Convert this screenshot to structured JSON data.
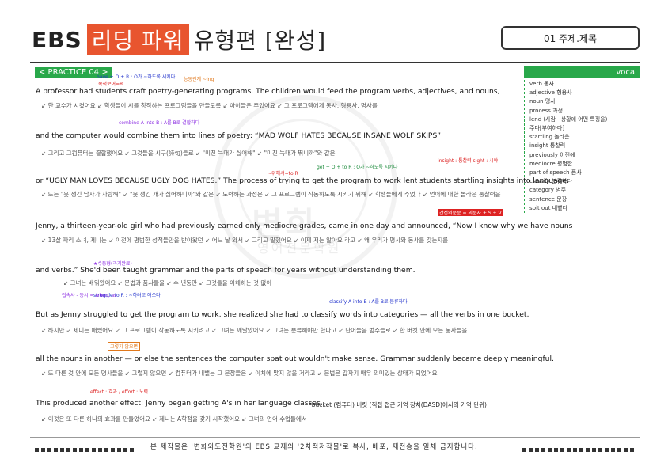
{
  "header": {
    "ebs": "EBS",
    "red": "리딩 파워",
    "rest": "유형편 [완성]",
    "topic": "01 주제.제목"
  },
  "practice": "< PRACTICE 04 >",
  "vocab": {
    "head": "voca",
    "items": [
      "verb 동사",
      "adjective 형용사",
      "noun 명사",
      "process 과정",
      "lend (사람 · 상황에 어떤 특징을)",
      "주다[부여하다]",
      "startling 놀라운",
      "insight 통찰력",
      "previously 이전에",
      "mediocre 평범한",
      "part of speech 품사",
      "classify 분류하다",
      "category 범주",
      "sentence 문장",
      "spit out 내뱉다"
    ]
  },
  "watermark": {
    "main": "변화",
    "sub": "영어전문학원"
  },
  "lines": [
    {
      "text": "A professor had students craft poetry-generating programs. The children would feed the program verbs, adjectives, and nouns,",
      "tr": "↙ 한 교수가 시켰어요          ↙ 학생들이 시를 창작하는 프로그램들을 만들도록             ↙ 아이들은 주었어요    ↙ 그 프로그램에게 동사, 형용사, 명사를"
    },
    {
      "text": "and the computer would combine them into lines of poetry: “MAD WOLF HATES BECAUSE INSANE WOLF SKIPS”",
      "tr": "↙ 그리고 그컴퓨터는 결합했어요          ↙ 그것들을 시구(詩句)들로       ↙ \"미친 늑대가 싫어해\"    ↙ \"미친 늑대가 뛰니까\"와 같은"
    },
    {
      "text": "or “UGLY MAN LOVES BECAUSE UGLY DOG HATES.” The process of trying to get the program to work lent students startling insights into language.",
      "tr": "↙ 또는 \"못 생긴 남자가 사랑해\" ↙ \"못 생긴 개가 싫어하니까\"와 같은      ↙ 노력하는 과정은      ↙ 그 프로그램이 작동하도록 시키기 위해      ↙ 학생들에게 주었다      ↙ 언어에 대한 놀라운 통찰력을"
    },
    {
      "text": "Jenny, a thirteen-year-old girl who had previously earned only mediocre grades, came in one day and announced, “Now I know why we have nouns",
      "tr": "↙ 13살 짜리 소녀, 제니는      ↙ 이전에 평범한 성적들만을 받아왔던        ↙ 어느 날 와서        ↙ 그리고 말했어요    ↙ 이제 저는 알아요 라고       ↙ 왜 우리가 명사와 동사를 갖는지를"
    },
    {
      "text": "and verbs.” She'd been taught grammar and the parts of speech for years without understanding them.",
      "tr": "↙ 그녀는 배워왔어요       ↙ 문법과 품사들을       ↙ 수 년동안      ↙ 그것들을 이해하는 것 없이"
    },
    {
      "text": "But as Jenny struggled to get the program to work, she realized she had to classify words into categories — all the verbs in one bucket,",
      "tr": "↙ 하지만  ↙ 제니는 애썼어요    ↙ 그 프로그램이 작동하도록 시키려고    ↙ 그녀는 깨달았어요    ↙ 그녀는 분류해야만 한다고    ↙ 단어들을 범주들로    ↙ 한 버킷 안에 모든 동사들을"
    },
    {
      "text": "all the nouns in another — or else the sentences the computer spat out wouldn't make sense. Grammar suddenly became deeply meaningful.",
      "tr": "↙ 또 다른 것 안에 모든 명사들을  ↙ 그렇지 않으면   ↙ 컴퓨터가 내뱉는 그 문장들은    ↙ 이치에 맞지 않을 거라고    ↙ 문법은 갑자기 매우 의미있는 상태가 되었어요"
    },
    {
      "text": "This produced another effect: Jenny began getting A's in her language classes.",
      "tr": "↙ 이것은 또 다른 하나의 효과를 만들었어요   ↙ 제니는 A학점을 갖기 시작했어요    ↙ 그녀의 언어 수업들에서"
    }
  ],
  "bucket_note": "*bucket (컴퓨터) 버킷 (직접 접근 기억 장치(DASD)에서의 기억 단위)",
  "notes": {
    "n1": "have + O + R  : O가 ~하도록 시키다",
    "n2": "목적보어=R",
    "n3": "능동관계 ~ing",
    "n4": "combine A into B : A를 B로 결합하다",
    "n5": "~위해서=to R",
    "n6": "get + O + to R : O가 ~하도록 시키다",
    "n7": "insight : 통찰력 sight : 시야",
    "n8": "간접의문문 = 의문사 + S + V",
    "n9": "★수동형(과거완료)",
    "n10": "struggle to R : ~하려고 애쓰다",
    "n11": "classify A into B : A를 B로 분류하다",
    "n12": "접속사 - 동시 = when, as",
    "n13": "effect : 효과 / effort : 노력",
    "n14": "그렇지 않으면"
  },
  "footer": "본 제작물은 '변화와도전학원'의 EBS 교재의 '2차적저작물'로 복사, 배포, 재전송을 일체 금지합니다."
}
